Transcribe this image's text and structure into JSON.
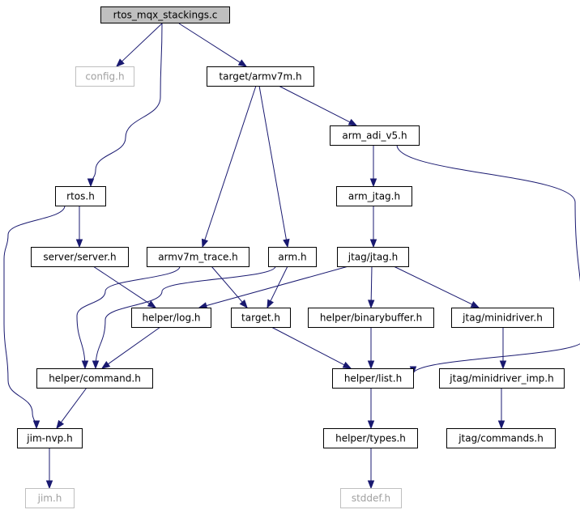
{
  "graph": {
    "nodes": [
      {
        "id": "rtos_mqx_stackings_c",
        "label": "rtos_mqx_stackings.c",
        "style": "root"
      },
      {
        "id": "config_h",
        "label": "config.h",
        "style": "ghost"
      },
      {
        "id": "target_armv7m_h",
        "label": "target/armv7m.h",
        "style": "normal"
      },
      {
        "id": "arm_adi_v5_h",
        "label": "arm_adi_v5.h",
        "style": "normal"
      },
      {
        "id": "rtos_h",
        "label": "rtos.h",
        "style": "normal"
      },
      {
        "id": "arm_jtag_h",
        "label": "arm_jtag.h",
        "style": "normal"
      },
      {
        "id": "server_server_h",
        "label": "server/server.h",
        "style": "normal"
      },
      {
        "id": "armv7m_trace_h",
        "label": "armv7m_trace.h",
        "style": "normal"
      },
      {
        "id": "arm_h",
        "label": "arm.h",
        "style": "normal"
      },
      {
        "id": "jtag_jtag_h",
        "label": "jtag/jtag.h",
        "style": "normal"
      },
      {
        "id": "helper_log_h",
        "label": "helper/log.h",
        "style": "normal"
      },
      {
        "id": "target_h",
        "label": "target.h",
        "style": "normal"
      },
      {
        "id": "helper_binarybuffer_h",
        "label": "helper/binarybuffer.h",
        "style": "normal"
      },
      {
        "id": "jtag_minidriver_h",
        "label": "jtag/minidriver.h",
        "style": "normal"
      },
      {
        "id": "helper_command_h",
        "label": "helper/command.h",
        "style": "normal"
      },
      {
        "id": "helper_list_h",
        "label": "helper/list.h",
        "style": "normal"
      },
      {
        "id": "jtag_minidriver_imp_h",
        "label": "jtag/minidriver_imp.h",
        "style": "normal"
      },
      {
        "id": "jim_nvp_h",
        "label": "jim-nvp.h",
        "style": "normal"
      },
      {
        "id": "helper_types_h",
        "label": "helper/types.h",
        "style": "normal"
      },
      {
        "id": "jtag_commands_h",
        "label": "jtag/commands.h",
        "style": "normal"
      },
      {
        "id": "jim_h",
        "label": "jim.h",
        "style": "ghost"
      },
      {
        "id": "stddef_h",
        "label": "stddef.h",
        "style": "ghost"
      }
    ],
    "edges": [
      {
        "from": "rtos_mqx_stackings_c",
        "to": "config_h"
      },
      {
        "from": "rtos_mqx_stackings_c",
        "to": "target_armv7m_h"
      },
      {
        "from": "rtos_mqx_stackings_c",
        "to": "rtos_h"
      },
      {
        "from": "target_armv7m_h",
        "to": "arm_adi_v5_h"
      },
      {
        "from": "target_armv7m_h",
        "to": "armv7m_trace_h"
      },
      {
        "from": "target_armv7m_h",
        "to": "arm_h"
      },
      {
        "from": "arm_adi_v5_h",
        "to": "arm_jtag_h"
      },
      {
        "from": "arm_adi_v5_h",
        "to": "helper_list_h"
      },
      {
        "from": "arm_jtag_h",
        "to": "jtag_jtag_h"
      },
      {
        "from": "rtos_h",
        "to": "server_server_h"
      },
      {
        "from": "rtos_h",
        "to": "jim_nvp_h"
      },
      {
        "from": "server_server_h",
        "to": "helper_log_h"
      },
      {
        "from": "armv7m_trace_h",
        "to": "target_h"
      },
      {
        "from": "armv7m_trace_h",
        "to": "helper_command_h"
      },
      {
        "from": "arm_h",
        "to": "target_h"
      },
      {
        "from": "arm_h",
        "to": "helper_command_h"
      },
      {
        "from": "jtag_jtag_h",
        "to": "helper_log_h"
      },
      {
        "from": "jtag_jtag_h",
        "to": "helper_binarybuffer_h"
      },
      {
        "from": "jtag_jtag_h",
        "to": "jtag_minidriver_h"
      },
      {
        "from": "helper_log_h",
        "to": "helper_command_h"
      },
      {
        "from": "target_h",
        "to": "helper_list_h"
      },
      {
        "from": "helper_binarybuffer_h",
        "to": "helper_list_h"
      },
      {
        "from": "jtag_minidriver_h",
        "to": "jtag_minidriver_imp_h"
      },
      {
        "from": "helper_command_h",
        "to": "jim_nvp_h"
      },
      {
        "from": "helper_list_h",
        "to": "helper_types_h"
      },
      {
        "from": "jtag_minidriver_imp_h",
        "to": "jtag_commands_h"
      },
      {
        "from": "jim_nvp_h",
        "to": "jim_h"
      },
      {
        "from": "helper_types_h",
        "to": "stddef_h"
      }
    ]
  }
}
